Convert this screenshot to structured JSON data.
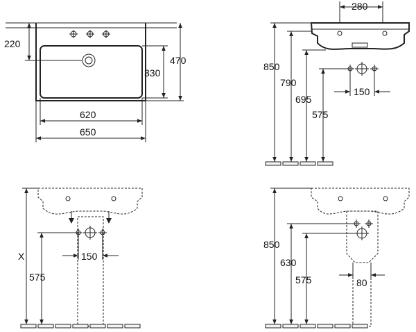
{
  "colors": {
    "line": "#222222",
    "background": "#ffffff"
  },
  "views": {
    "top": {
      "dim_depth_to_holes": "220",
      "dim_depth_total": "470",
      "dim_basin_depth": "330",
      "dim_basin_width": "620",
      "dim_total_width": "650"
    },
    "side_wall": {
      "dim_top_height": "280",
      "dim_850": "850",
      "dim_790": "790",
      "dim_695": "695",
      "dim_575": "575",
      "dim_150": "150"
    },
    "front_pedestal": {
      "dim_x": "X",
      "dim_575": "575",
      "dim_150": "150"
    },
    "side_pedestal": {
      "dim_850": "850",
      "dim_630": "630",
      "dim_575": "575",
      "dim_80": "80"
    }
  }
}
